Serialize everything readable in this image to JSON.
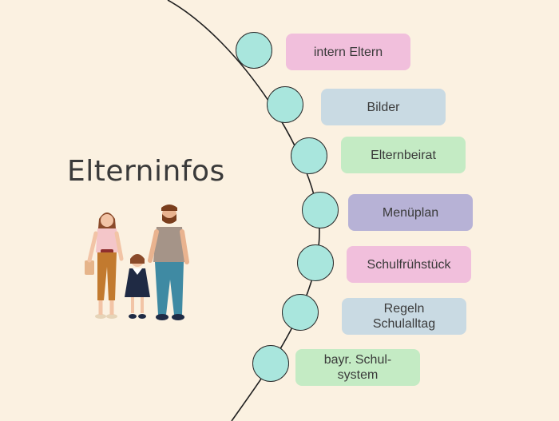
{
  "title": "Elterninfos",
  "menu": {
    "items": [
      {
        "label": "intern Eltern",
        "color": "#f1bfdc"
      },
      {
        "label": "Bilder",
        "color": "#c9dae3"
      },
      {
        "label": "Elternbeirat",
        "color": "#c4ebc4"
      },
      {
        "label": "Menüplan",
        "color": "#b7b2d6"
      },
      {
        "label": "Schulfrühstück",
        "color": "#f1bfdc"
      },
      {
        "label": "Regeln\nSchulalltag",
        "color": "#c9dae3"
      },
      {
        "label": "bayr. Schul-\nsystem",
        "color": "#c4ebc4"
      }
    ]
  },
  "colors": {
    "background": "#fbf1e1",
    "node": "#a9e6dd"
  },
  "illustration": "family-illustration"
}
